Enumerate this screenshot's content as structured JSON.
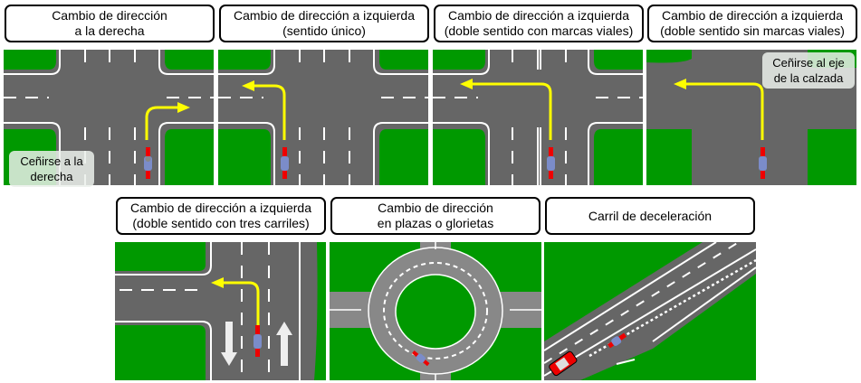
{
  "panels": [
    {
      "title": "Cambio de dirección\na la derecha",
      "note": "Ceñirse a la\nderecha"
    },
    {
      "title": "Cambio de dirección a izquierda\n(sentido único)"
    },
    {
      "title": "Cambio de dirección a izquierda\n(doble sentido con marcas viales)"
    },
    {
      "title": "Cambio de dirección a izquierda\n(doble sentido sin marcas viales)",
      "note": "Ceñirse al eje\nde la calzada"
    },
    {
      "title": "Cambio de dirección a izquierda\n(doble sentido con tres carriles)"
    },
    {
      "title": "Cambio de dirección\nen plazas o glorietas"
    },
    {
      "title": "Carril de deceleración"
    }
  ],
  "colors": {
    "road": "#666666",
    "grass": "#009900",
    "arrow": "#ffff00",
    "line": "#ffffff"
  }
}
